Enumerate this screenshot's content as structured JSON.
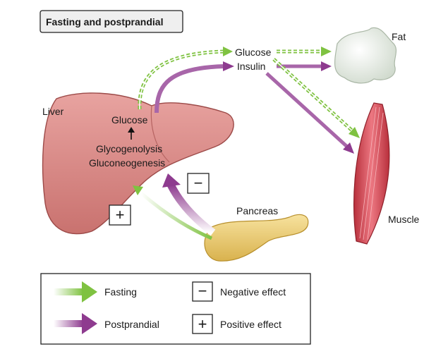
{
  "title": "Fasting and postprandial",
  "organs": {
    "liver": "Liver",
    "fat": "Fat",
    "muscle": "Muscle",
    "pancreas": "Pancreas"
  },
  "liver_text": {
    "glucose": "Glucose",
    "glycogenolysis": "Glycogenolysis",
    "gluconeogenesis": "Gluconeogenesis"
  },
  "signals": {
    "glucose": "Glucose",
    "insulin": "Insulin"
  },
  "effects": {
    "positive_symbol": "+",
    "negative_symbol": "−"
  },
  "legend": {
    "fasting": "Fasting",
    "postprandial": "Postprandial",
    "negative": "Negative effect",
    "positive": "Positive effect"
  },
  "colors": {
    "fasting": "#7fc241",
    "postprandial": "#8e3b8f",
    "liver": "#d98b8b",
    "muscle": "#d94a57",
    "pancreas": "#f0d27a",
    "fat": "#e9efe7"
  }
}
